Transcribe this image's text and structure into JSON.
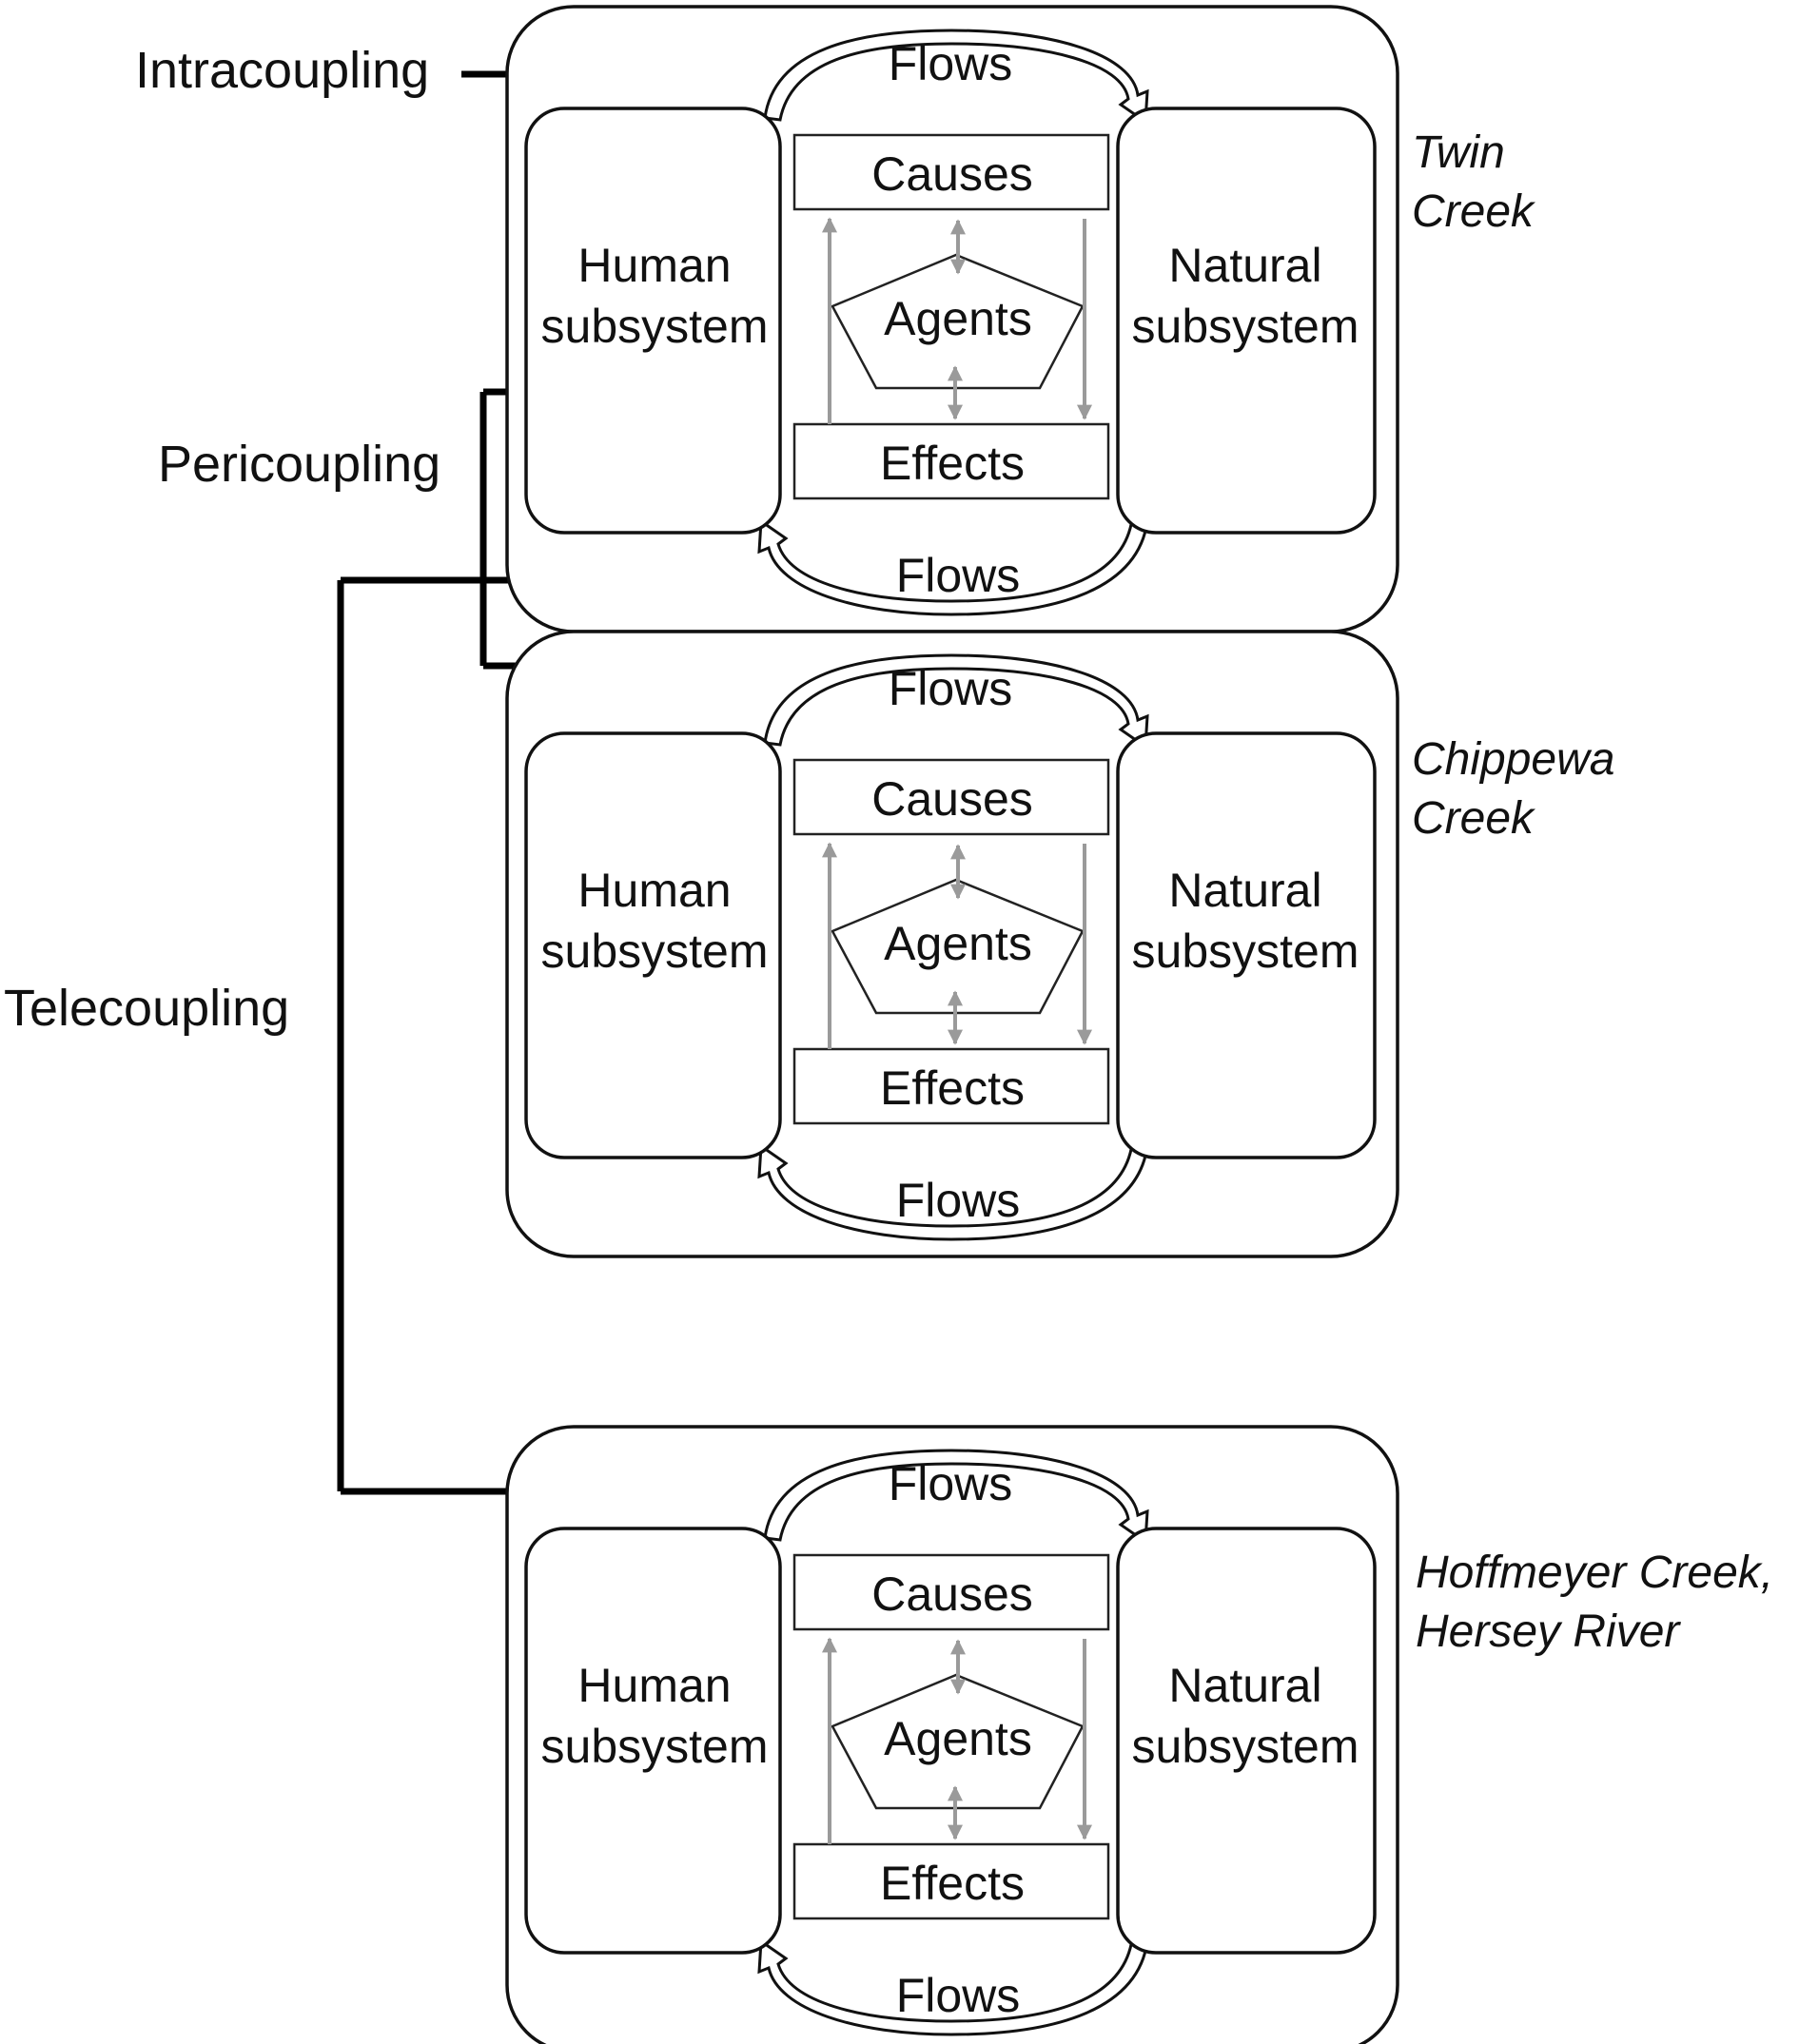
{
  "couplings": {
    "intra": "Intracoupling",
    "peri": "Pericoupling",
    "tele": "Telecoupling"
  },
  "labels": {
    "flows": "Flows",
    "causes": "Causes",
    "agents": "Agents",
    "effects": "Effects",
    "human": [
      "Human",
      "subsystem"
    ],
    "natural": [
      "Natural",
      "subsystem"
    ]
  },
  "systems": [
    {
      "site": [
        "Twin",
        "Creek"
      ]
    },
    {
      "site": [
        "Chippewa",
        "Creek"
      ]
    },
    {
      "site": [
        "Hoffmeyer Creek,",
        "Hersey River"
      ]
    }
  ],
  "colors": {
    "outline": "#111111",
    "inner_arrows": "#9a9a9a",
    "coupling_arrows": "#000000"
  }
}
